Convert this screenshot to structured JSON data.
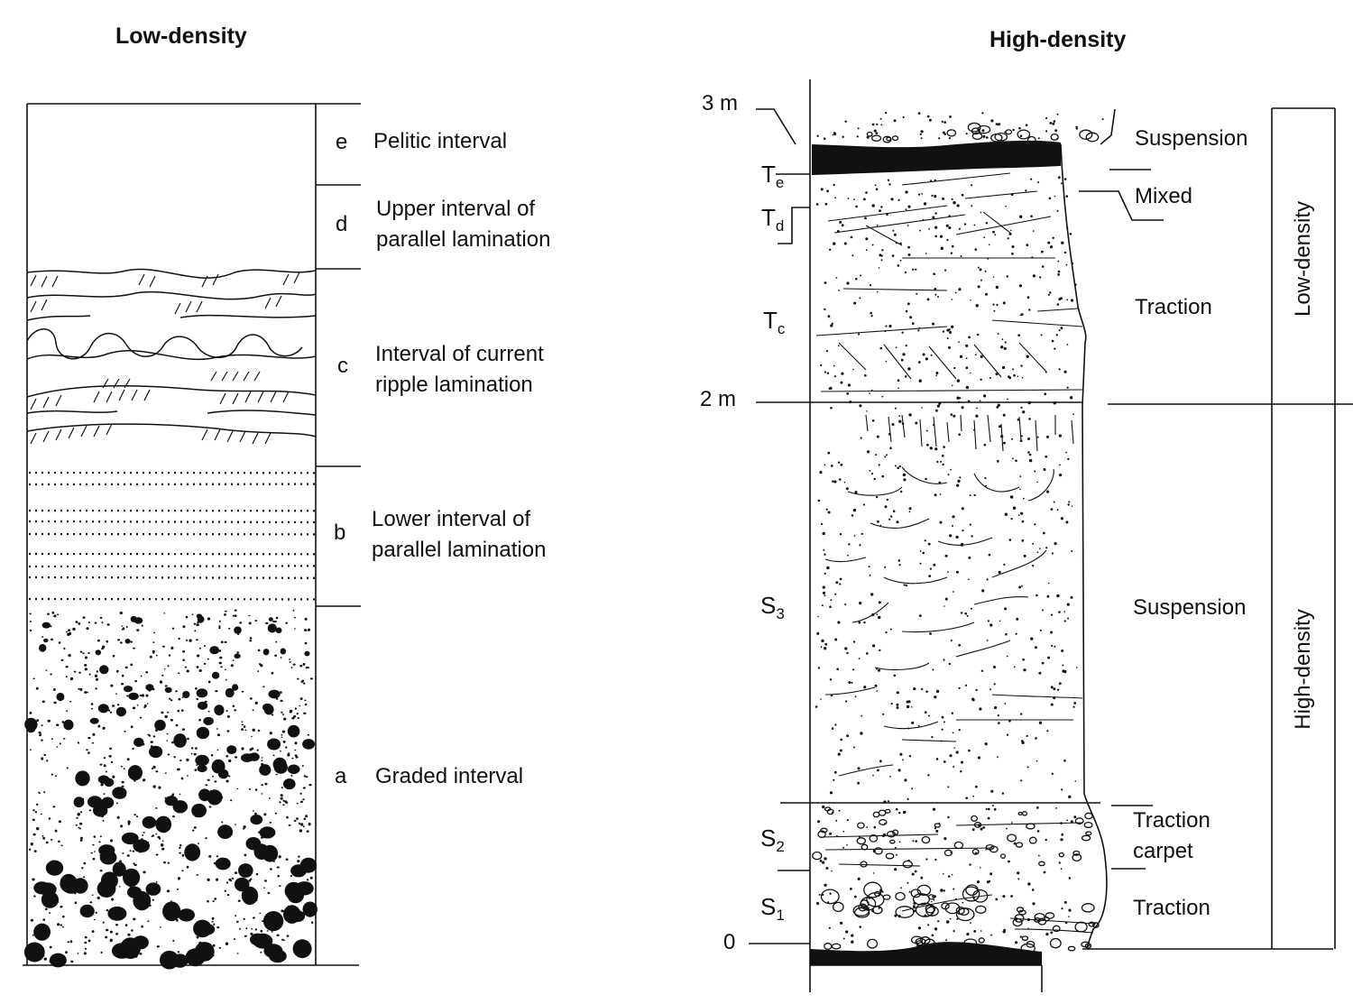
{
  "titles": {
    "left": "Low-density",
    "right": "High-density"
  },
  "left_column": {
    "intervals": [
      {
        "letter": "e",
        "label_lines": [
          "Pelitic interval"
        ]
      },
      {
        "letter": "d",
        "label_lines": [
          "Upper interval of",
          "parallel lamination"
        ]
      },
      {
        "letter": "c",
        "label_lines": [
          "Interval of current",
          "ripple lamination"
        ]
      },
      {
        "letter": "b",
        "label_lines": [
          "Lower interval of",
          "parallel lamination"
        ]
      },
      {
        "letter": "a",
        "label_lines": [
          "Graded interval"
        ]
      }
    ]
  },
  "right_column": {
    "scale": [
      "3 m",
      "2 m",
      "0"
    ],
    "divisions": [
      {
        "main": "T",
        "sub": "e"
      },
      {
        "main": "T",
        "sub": "d"
      },
      {
        "main": "T",
        "sub": "c"
      },
      {
        "main": "S",
        "sub": "3"
      },
      {
        "main": "S",
        "sub": "2"
      },
      {
        "main": "S",
        "sub": "1"
      }
    ],
    "processes": {
      "suspension_top": "Suspension",
      "mixed": "Mixed",
      "traction_upper": "Traction",
      "suspension_mid": "Suspension",
      "traction_carpet": [
        "Traction",
        "carpet"
      ],
      "traction_lower": "Traction"
    },
    "flow_types": {
      "upper": "Low-density",
      "lower": "High-density"
    }
  }
}
